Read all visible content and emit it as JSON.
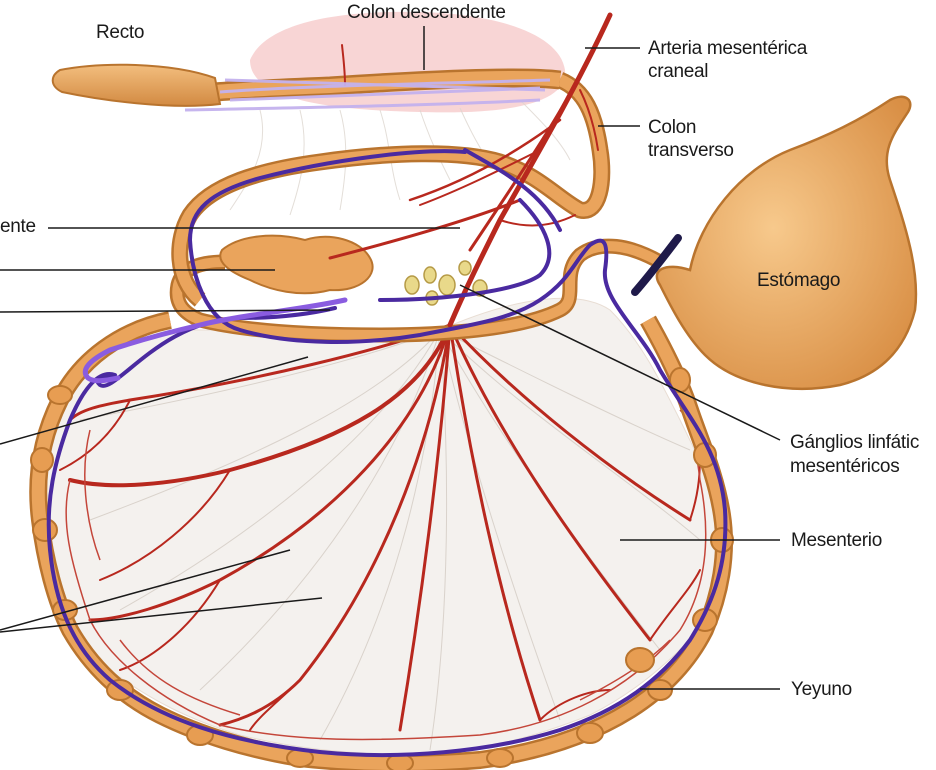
{
  "labels": {
    "recto": "Recto",
    "colon_descendente": "Colon descendente",
    "arteria_line1": "Arteria mesentérica",
    "arteria_line2": "craneal",
    "colon_transverso_line1": "Colon",
    "colon_transverso_line2": "transverso",
    "ente_fragment": "ente",
    "estomago": "Estómago",
    "ganglios_line1": "Gánglios linfátic",
    "ganglios_line2": "mesentéricos",
    "mesenterio": "Mesenterio",
    "yeyuno": "Yeyuno"
  },
  "colors": {
    "intestine": "#e8a860",
    "intestine_edge": "#b9742e",
    "stomach": "#eeb26d",
    "stomach_edge": "#b9742e",
    "artery": "#b8281e",
    "mesentery": "#f4f1ee",
    "mesentery_fiber": "#d9d2cb",
    "lymph_node": "#e9d98a",
    "annotation_purple": "#4a2aa0",
    "annotation_violet": "#8a5ce0",
    "annotation_lilac": "#c4b2ee",
    "pink_shape": "#f6caca",
    "leader_line": "#1a1a1a"
  }
}
